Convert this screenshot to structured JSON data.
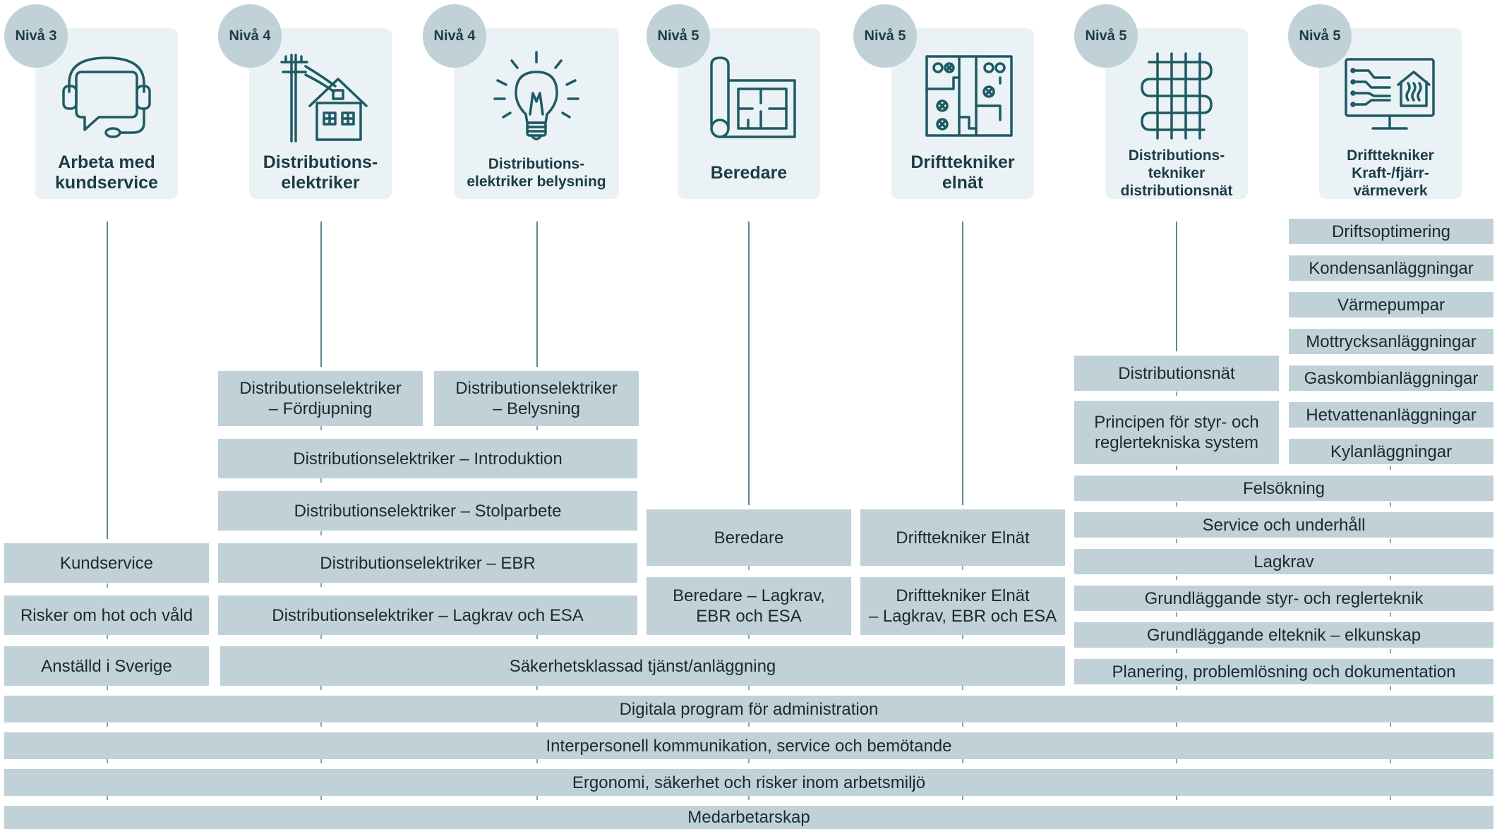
{
  "careers": [
    {
      "level": "Nivå 3",
      "title": "Arbeta med\nkundservice",
      "icon": "headset-chat-icon"
    },
    {
      "level": "Nivå 4",
      "title": "Distributions-\nelektriker",
      "icon": "power-pole-house-icon"
    },
    {
      "level": "Nivå 4",
      "title": "Distributions-\nelektriker belysning",
      "icon": "light-bulb-icon"
    },
    {
      "level": "Nivå 5",
      "title": "Beredare",
      "icon": "blueprint-icon"
    },
    {
      "level": "Nivå 5",
      "title": "Drifttekniker\nelnät",
      "icon": "circuit-panel-icon"
    },
    {
      "level": "Nivå 5",
      "title": "Distributions-\ntekniker\ndistributionsnät",
      "icon": "heating-pipes-icon"
    },
    {
      "level": "Nivå 5",
      "title": "Drifttekniker\nKraft-/fjärr-\nvärmeverk",
      "icon": "monitor-house-icon"
    }
  ],
  "courses": {
    "driftsoptimering": "Driftsoptimering",
    "kondensanlaggningar": "Kondensanläggningar",
    "varmepumpar": "Värmepumpar",
    "mottrycksanlaggningar": "Mottrycksanläggningar",
    "gaskombianlaggningar": "Gaskombianläggningar",
    "hetvattenanlaggningar": "Hetvattenanläggningar",
    "kylanlaggningar": "Kylanläggningar",
    "distributionsnat": "Distributionsnät",
    "principen": "Principen för styr- och\nreglertekniska system",
    "felsokning": "Felsökning",
    "service_underhall": "Service och underhåll",
    "lagkrav": "Lagkrav",
    "grund_styr": "Grundläggande styr- och reglerteknik",
    "grund_elteknik": "Grundläggande elteknik – elkunskap",
    "planering": "Planering, problemlösning och dokumentation",
    "de_fordjupning": "Distributionselektriker\n– Fördjupning",
    "de_belysning": "Distributionselektriker\n– Belysning",
    "de_introduktion": "Distributionselektriker – Introduktion",
    "de_stolparbete": "Distributionselektriker – Stolparbete",
    "de_ebr": "Distributionselektriker – EBR",
    "de_lagkrav": "Distributionselektriker – Lagkrav och ESA",
    "kundservice": "Kundservice",
    "risker": "Risker om hot och våld",
    "anstalld": "Anställd i Sverige",
    "beredare": "Beredare",
    "beredare_lagkrav": "Beredare – Lagkrav,\nEBR och ESA",
    "drifttekniker_elnat": "Drifttekniker Elnät",
    "drifttekniker_lagkrav": "Drifttekniker Elnät\n– Lagkrav, EBR och ESA",
    "sakerhetsklassad": "Säkerhetsklassad tjänst/anläggning",
    "digitala": "Digitala program för administration",
    "interpersonell": "Interpersonell kommunikation, service och bemötande",
    "ergonomi": "Ergonomi, säkerhet och risker inom arbetsmiljö",
    "medarbetarskap": "Medarbetarskap"
  }
}
